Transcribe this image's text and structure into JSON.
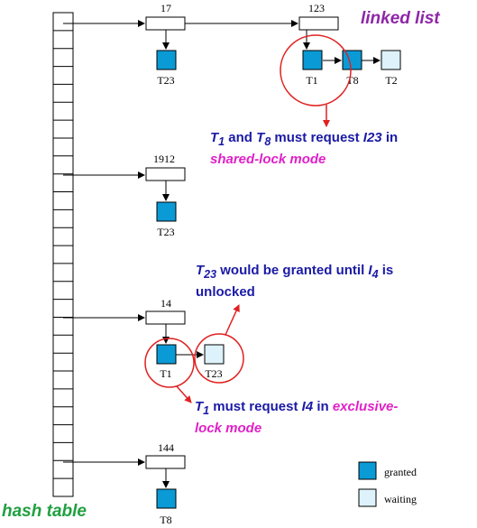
{
  "colors": {
    "granted": "#0a9ad6",
    "waiting": "#ddf2fa",
    "annotation_blue": "#1a1aa6",
    "annotation_pink": "#e020c8",
    "linked_list_label": "#8e26a8",
    "hash_table_label": "#20a040",
    "callout_red": "#e02020"
  },
  "labels": {
    "linked_list": "linked list",
    "hash_table": "hash table"
  },
  "lock_items": [
    {
      "id": "17",
      "requests": [
        {
          "txn": "T23",
          "status": "granted"
        }
      ]
    },
    {
      "id": "123",
      "requests": [
        {
          "txn": "T1",
          "status": "granted"
        },
        {
          "txn": "T8",
          "status": "granted"
        },
        {
          "txn": "T2",
          "status": "waiting"
        }
      ]
    },
    {
      "id": "1912",
      "requests": [
        {
          "txn": "T23",
          "status": "granted"
        }
      ]
    },
    {
      "id": "14",
      "requests": [
        {
          "txn": "T1",
          "status": "granted"
        },
        {
          "txn": "T23",
          "status": "waiting"
        }
      ]
    },
    {
      "id": "144",
      "requests": [
        {
          "txn": "T8",
          "status": "granted"
        }
      ]
    }
  ],
  "annotations": {
    "a1": {
      "t1": "T",
      "t1_sub": "1",
      "and": " and ",
      "t8": "T",
      "t8_sub": "8",
      "mid": " must request ",
      "item": "I23",
      "in": " in",
      "mode": "shared-lock mode"
    },
    "a2": {
      "t": "T",
      "t_sub": "23",
      "mid": " would be granted until ",
      "i": "I",
      "i_sub": "4",
      "is": " is",
      "line2": "unlocked"
    },
    "a3": {
      "t": "T",
      "t_sub": "1",
      "mid": " must request ",
      "item": "I4",
      "in": " in ",
      "mode1": "exclusive-",
      "mode2": "lock mode"
    }
  },
  "legend": [
    {
      "label": "granted",
      "status": "granted"
    },
    {
      "label": "waiting",
      "status": "waiting"
    }
  ]
}
